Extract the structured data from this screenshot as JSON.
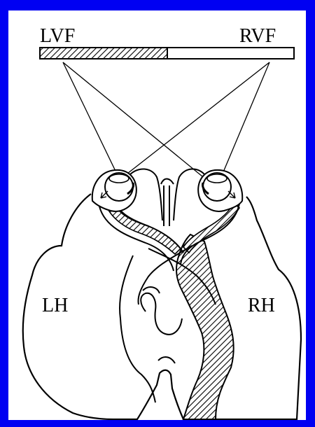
{
  "colors": {
    "border": "#0000f2",
    "background": "#ffffff",
    "ink": "#000000"
  },
  "labels": {
    "lvf": "LVF",
    "rvf": "RVF",
    "lh": "LH",
    "rh": "RH"
  }
}
